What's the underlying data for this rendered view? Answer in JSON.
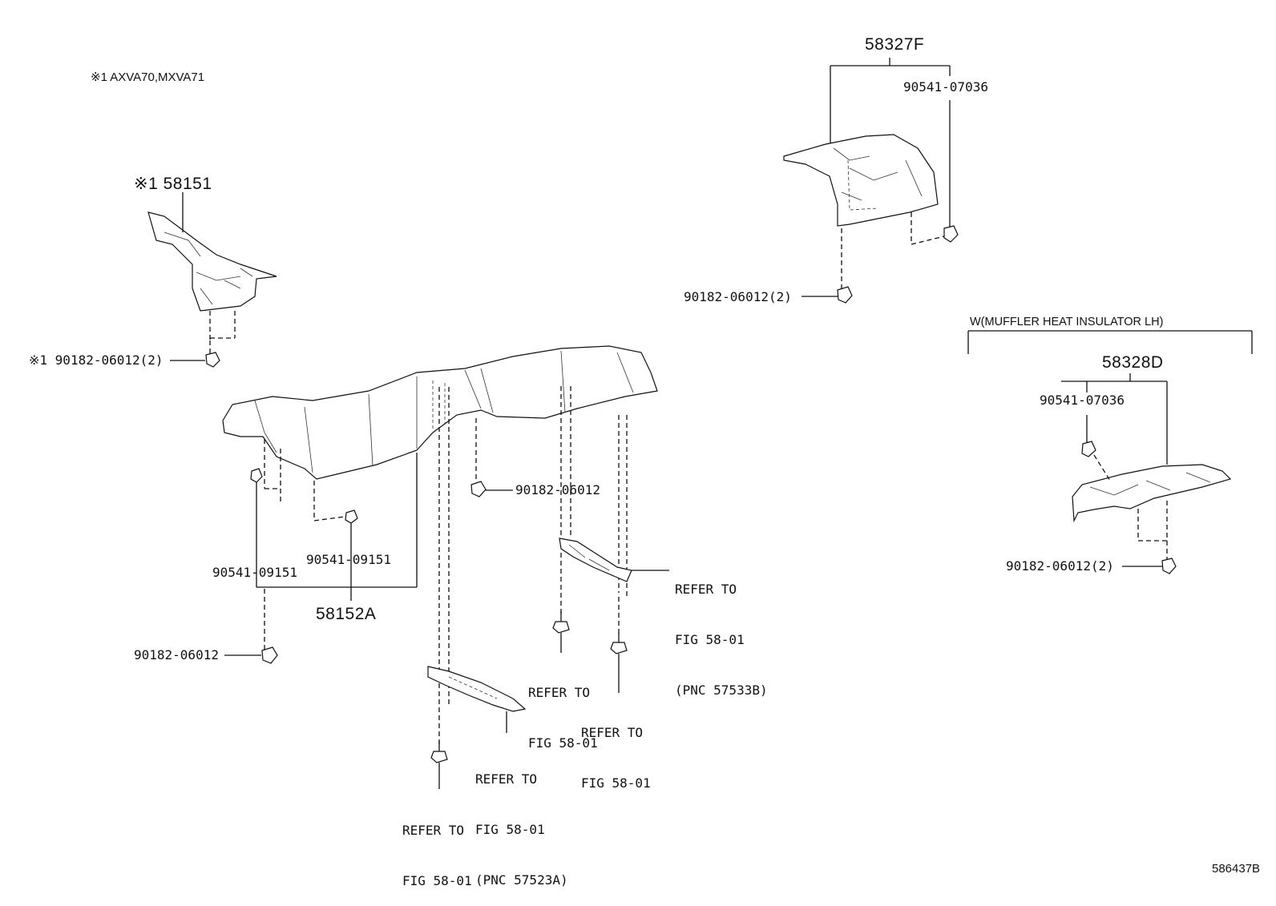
{
  "note": "※1 AXVA70,MXVA71",
  "figure_code": "586437B",
  "group_label": "W(MUFFLER HEAT INSULATOR LH)",
  "parts": {
    "p58151": "※1 58151",
    "p58151_nut": "※1 90182-06012(2)",
    "p58152A": "58152A",
    "p90541_09151_a": "90541-09151",
    "p90541_09151_b": "90541-09151",
    "p90182_06012_lower_left": "90182-06012",
    "p90182_06012_mid": "90182-06012",
    "p58327F": "58327F",
    "p90541_07036_top": "90541-07036",
    "p90182_06012_top": "90182-06012(2)",
    "p58328D": "58328D",
    "p90541_07036_right": "90541-07036",
    "p90182_06012_right": "90182-06012(2)"
  },
  "refs": {
    "crossmember_top": [
      "REFER TO",
      "FIG 58-01",
      "(PNC 57533B)"
    ],
    "bolt_left": [
      "REFER TO",
      "FIG 58-01"
    ],
    "bolt_right": [
      "REFER TO",
      "FIG 58-01"
    ],
    "crossmember_bottom": [
      "REFER TO",
      "FIG 58-01",
      "(PNC 57523A)"
    ],
    "bolt_bottom": [
      "REFER TO",
      "FIG 58-01"
    ]
  }
}
